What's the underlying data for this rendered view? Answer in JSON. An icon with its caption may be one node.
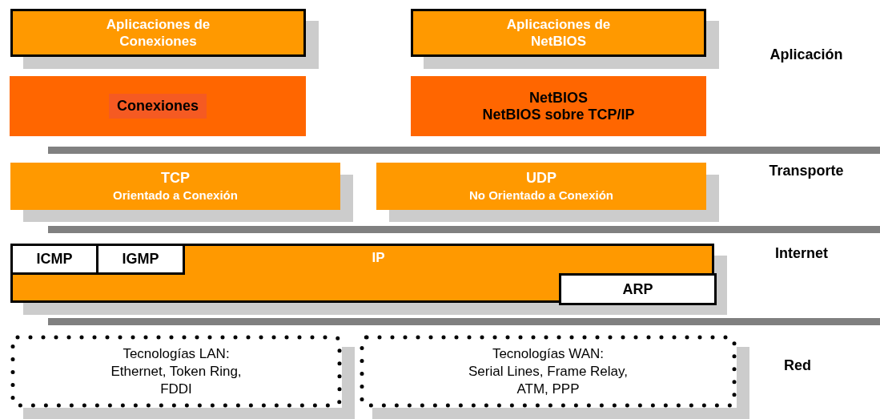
{
  "diagram": {
    "nodes": [
      {
        "text": [
          "Aplicaciones de Conexiones"
        ]
      },
      {
        "text": [
          "Aplicaciones de NetBIOS"
        ]
      },
      {
        "text": [
          "Conexiones"
        ]
      },
      {
        "text": [
          "NetBIOS",
          "NetBIOS sobre TCP/IP"
        ]
      },
      {
        "text": [
          "TCP",
          "Orientado a Conexión"
        ]
      },
      {
        "text": [
          "UDP",
          "No Orientado a Conexión"
        ]
      },
      {
        "text": [
          "IP"
        ]
      },
      {
        "text": [
          "ICMP"
        ],
        "in": 6
      },
      {
        "text": [
          "IGMP"
        ],
        "in": 6
      },
      {
        "text": [
          "ARP"
        ],
        "in": 6
      },
      {
        "text": [
          "Tecnologías LAN:",
          "Ethernet, Token Ring, FDDI"
        ]
      },
      {
        "text": [
          "Tecnologías WAN:",
          "Serial Lines, Frame Relay, ATM, PPP"
        ]
      }
    ],
    "edges": [],
    "labels": [
      "Aplicación",
      "Transporte",
      "Internet",
      "Red"
    ]
  }
}
